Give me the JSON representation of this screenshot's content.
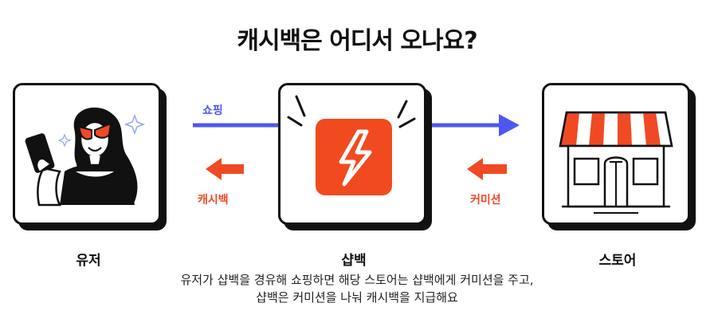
{
  "title": "캐시백은 어디서 오나요?",
  "nodes": {
    "user": "유저",
    "shopback": "샵백",
    "store": "스토어"
  },
  "flows": {
    "shopping": "쇼핑",
    "cashback": "캐시백",
    "commission": "커미션"
  },
  "caption": {
    "line1": "유저가 샵백을 경유해 쇼핑하면 해당 스토어는 샵백에게 커미션을 주고,",
    "line2": "샵백은 커미션을 나눠 캐시백을 지급해요"
  },
  "colors": {
    "shopping_arrow": "#4f57f2",
    "cashback_arrow": "#f04a24",
    "brand": "#f24a1f",
    "outline": "#111111"
  }
}
